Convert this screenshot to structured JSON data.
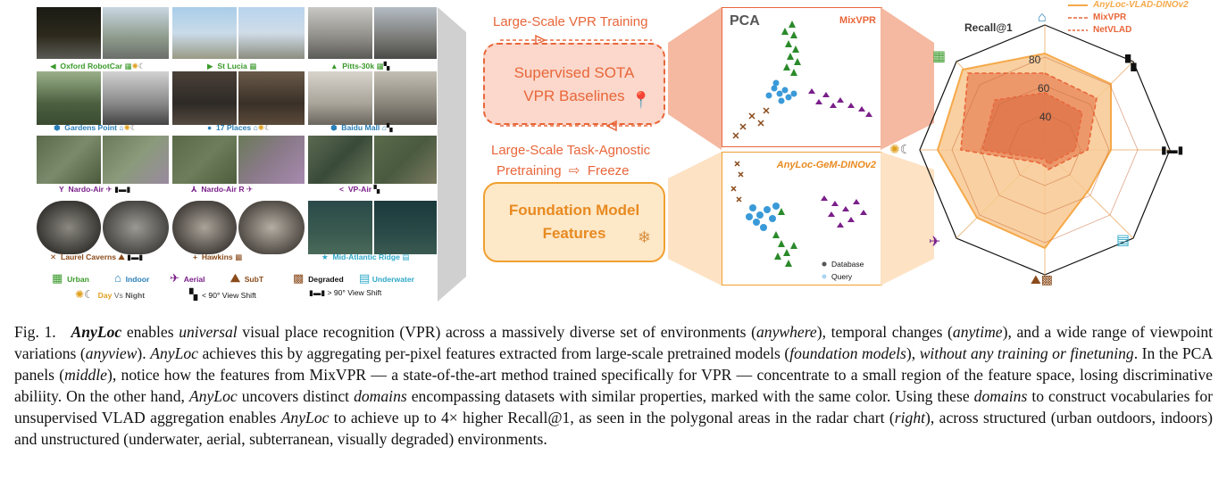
{
  "datasets": [
    {
      "label": "Oxford RobotCar",
      "color": "#3a9a2a",
      "marker": "◀"
    },
    {
      "label": "St Lucia",
      "color": "#3a9a2a",
      "marker": "▶"
    },
    {
      "label": "Pitts-30k",
      "color": "#3a9a2a",
      "marker": "▲"
    },
    {
      "label": "Gardens Point",
      "color": "#2a7fb8",
      "marker": "⬢"
    },
    {
      "label": "17 Places",
      "color": "#2a7fb8",
      "marker": "●"
    },
    {
      "label": "Baidu Mall",
      "color": "#2a7fb8",
      "marker": "⬢"
    },
    {
      "label": "Nardo-Air",
      "color": "#7a1f8a",
      "marker": "Y"
    },
    {
      "label": "Nardo-Air R",
      "color": "#7a1f8a",
      "marker": "⅄"
    },
    {
      "label": "VP-Air",
      "color": "#7a1f8a",
      "marker": "<"
    },
    {
      "label": "Laurel Caverns",
      "color": "#8a4a1a",
      "marker": "✕"
    },
    {
      "label": "Hawkins",
      "color": "#8a4a1a",
      "marker": "+"
    },
    {
      "label": "Mid-Atlantic Ridge",
      "color": "#2fa8c8",
      "marker": "★"
    }
  ],
  "domain_legend": {
    "urban": "Urban",
    "indoor": "Indoor",
    "aerial": "Aerial",
    "subt": "SubT",
    "degraded": "Degraded",
    "underwater": "Underwater",
    "day": "Day",
    "vs": "Vs",
    "night": "Night",
    "view_shift_small": "< 90° View Shift",
    "view_shift_large": "> 90° View Shift"
  },
  "middle": {
    "top_title": "Large-Scale VPR Training",
    "top_box_line1": "Supervised SOTA",
    "top_box_line2": "VPR Baselines",
    "bottom_title_line1": "Large-Scale Task-Agnostic",
    "bottom_title_pretraining": "Pretraining",
    "bottom_title_arrow": "⇨",
    "bottom_title_freeze": "Freeze",
    "bottom_box_line1": "Foundation Model",
    "bottom_box_line2": "Features"
  },
  "pca": {
    "title": "PCA",
    "top_label": "MixVPR",
    "bottom_label": "AnyLoc-GeM-DINOv2",
    "legend_database": "Database",
    "legend_query": "Query"
  },
  "radar": {
    "axis_title": "Recall@1",
    "ticks": [
      "80",
      "60",
      "40"
    ],
    "legend": [
      "AnyLoc-VLAD-DINOv2",
      "MixVPR",
      "NetVLAD"
    ],
    "colors": {
      "anyloc": "#f5a94a",
      "mixvpr": "#e8663a",
      "netvlad": "#e8663a"
    }
  },
  "caption": {
    "fig": "Fig. 1.",
    "name": "AnyLoc",
    "t1": " enables ",
    "universal": "universal",
    "t2": " visual place recognition (VPR) across a massively diverse set of environments (",
    "anywhere": "anywhere",
    "t3": "), temporal changes (",
    "anytime": "anytime",
    "t4": "), and a wide range of viewpoint variations (",
    "anyview": "anyview",
    "t5": "). ",
    "name2": "AnyLoc",
    "t6": " achieves this by aggregating per-pixel features extracted from large-scale pretrained models (",
    "foundation": "foundation models",
    "t7": "), ",
    "without": "without any training or finetuning",
    "t8": ". In the PCA panels (",
    "middle": "middle",
    "t9": "), notice how the features from MixVPR — a state-of-the-art method trained specifically for VPR — concentrate to a small region of the feature space, losing discriminative abiliity. On the other hand, ",
    "name3": "AnyLoc",
    "t10": " uncovers distinct ",
    "domains": "domains",
    "t11": " encompassing datasets with similar properties, marked with the same color. Using these ",
    "domains2": "domains",
    "t12": " to construct vocabularies for unsupervised VLAD aggregation enables ",
    "name4": "AnyLoc",
    "t13": " to achieve up to 4× higher Recall@1, as seen in the polygonal areas in the radar chart (",
    "right": "right",
    "t14": "), across structured (urban outdoors, indoors) and unstructured (underwater, aerial, subterranean, visually degraded) environments."
  }
}
